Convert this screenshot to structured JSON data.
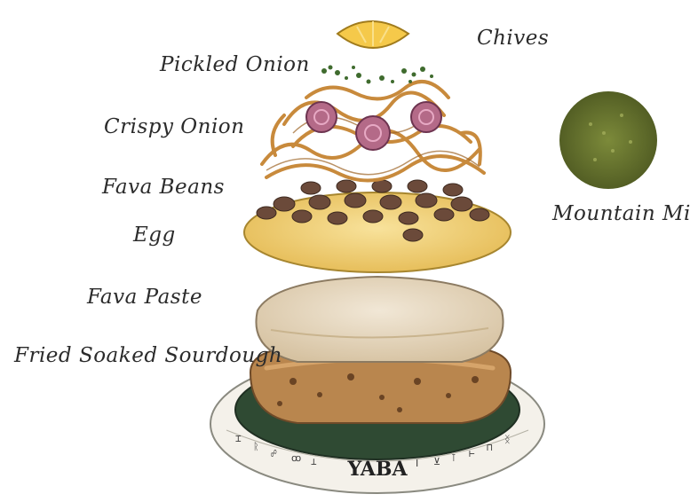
{
  "labels": {
    "chives": "Chives",
    "pickled_onion": "Pickled Onion",
    "crispy_onion": "Crispy Onion",
    "fava_beans": "Fava Beans",
    "egg": "Egg",
    "fava_paste": "Fava Paste",
    "fried_soaked_sourdough": "Fried Soaked Sourdough",
    "mountain_mint": "Mountain Mint"
  },
  "plate": {
    "brand": "YABA"
  },
  "colors": {
    "plate_green": "#2f4a33",
    "plate_rim": "#f4f1ea",
    "egg_yellow": "#f2d27a",
    "bread_brown": "#b9864e",
    "bean_brown": "#6b4a3a",
    "onion_orange": "#c88a3c",
    "pickled_pink": "#b46a88",
    "mint_green": "#6f7a33",
    "lemon_yellow": "#f5c94a"
  }
}
